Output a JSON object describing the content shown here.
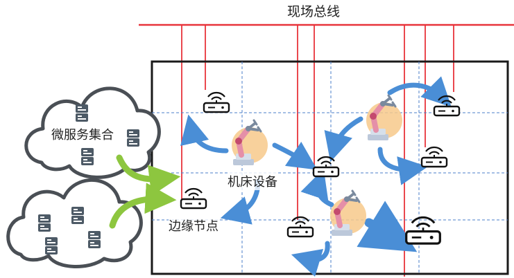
{
  "labels": {
    "fieldbus": "现场总线",
    "microservices": "微服务集合",
    "machine": "机床设备",
    "edge_node": "边缘节点"
  },
  "colors": {
    "bus_line": "#e8333a",
    "frame": "#1a1a1a",
    "grid": "#4a7cc9",
    "cloud_outline": "#4a4f55",
    "cloud_fill": "#ffffff",
    "server": "#4d5a66",
    "green_arrow": "#8dc63f",
    "blue_arrow": "#4a8ed6",
    "robot_base": "#bcc8da",
    "robot_arm": "#e58fa8",
    "robot_glow": "#f7c98b",
    "node_stroke": "#111111"
  },
  "icons": [
    "cloud-icon",
    "server-icon",
    "robot-arm-icon",
    "wireless-router-icon",
    "arrow-icon"
  ]
}
